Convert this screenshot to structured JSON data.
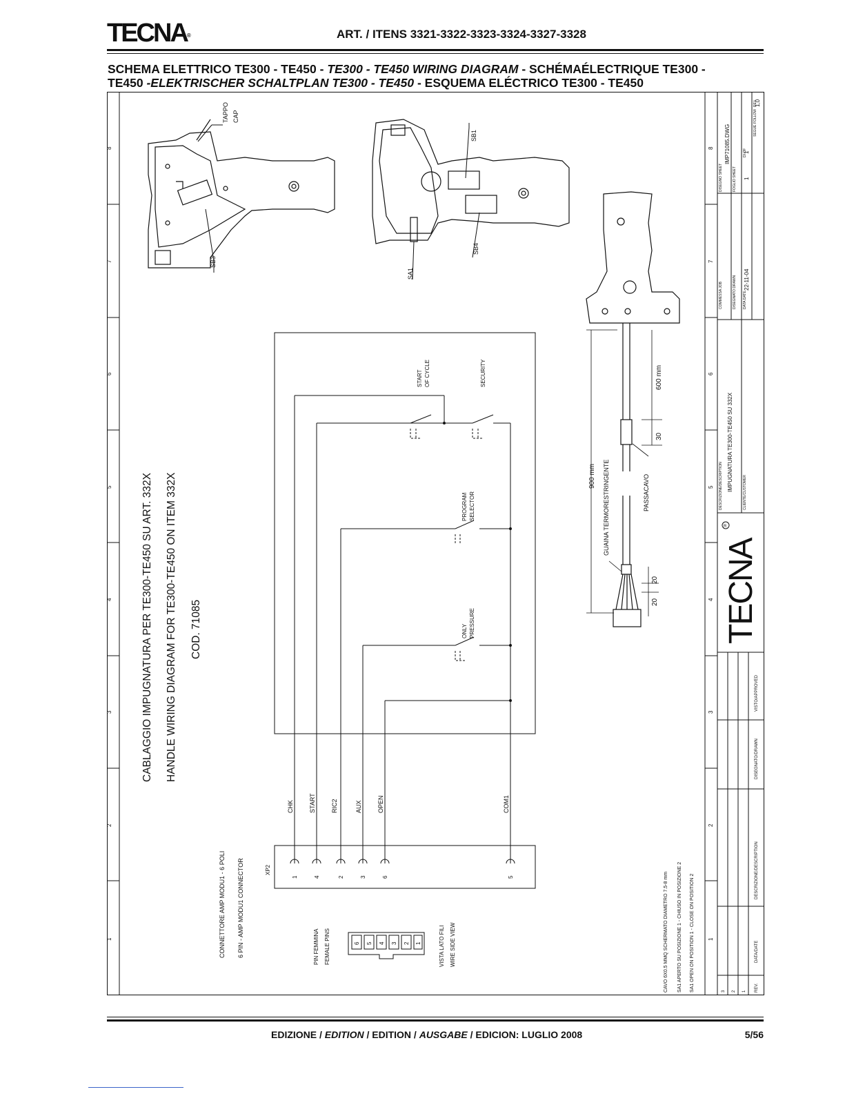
{
  "header": {
    "logo": "TECNA",
    "logo_mark": "®",
    "art_title": "ART. / ITENS 3321-3322-3323-3324-3327-3328"
  },
  "title": {
    "seg1": "SCHEMA ELETTRICO TE300 - TE450 - ",
    "seg2": "TE300 - TE450 WIRING DIAGRAM",
    "seg3": " - SCHÉMAÉLECTRIQUE TE300 -",
    "seg4": "TE450 ",
    "seg5": "-ELEKTRISCHER SCHALTPLAN TE300 - TE450",
    "seg6": " - ESQUEMA ELÉCTRICO TE300 - TE450"
  },
  "drawing": {
    "grid_numbers": [
      "8",
      "7",
      "6",
      "5",
      "4",
      "3",
      "2",
      "1"
    ],
    "handle_left": {
      "cap_it": "TAPPO",
      "cap_en": "CAP",
      "sb3": "SB3"
    },
    "handle_right": {
      "sb1": "SB1",
      "sb4": "SB4",
      "sa1": "SA1"
    },
    "cable": {
      "len_900": "900 mm",
      "len_600": "600 mm",
      "dim_30": "30",
      "dim_20a": "20",
      "dim_20b": "20",
      "sleeve": "GUAINA TERMORESTRINGENTE",
      "grommet": "PASSACAVO"
    },
    "main_title": {
      "it": "CABLAGGIO IMPUGNATURA PER TE300-TE450 SU ART. 332X",
      "en": "HANDLE WIRING DIAGRAM FOR TE300-TE450 ON ITEM 332X",
      "code": "COD. 71085"
    },
    "switches": {
      "start_1": "START",
      "start_2": "OF CYCLE",
      "security": "SECURITY",
      "program_1": "PROGRAM",
      "program_2": "SELECTOR",
      "pressure_1": "ONLY",
      "pressure_2": "PRESSURE"
    },
    "wires": [
      "CHK",
      "START",
      "RIC2",
      "AUX",
      "OPEN",
      "COM1"
    ],
    "connector": {
      "id": "XP2",
      "pins": [
        "1",
        "4",
        "2",
        "3",
        "6",
        "5"
      ],
      "label_it": "CONNETTORE AMP MODU1 - 6 POLI",
      "label_en": "6 PIN - AMP MODU1 CONNECTOR",
      "female_it": "PIN FEMMINA",
      "female_en": "FEMALE PINS",
      "female_pins": [
        "6",
        "5",
        "4",
        "3",
        "2",
        "1"
      ],
      "view_it": "VISTA LATO FILI",
      "view_en": "WIRE SIDE VIEW"
    },
    "notes": [
      "CAVO 6X0.5 MMQ SCHERMATO DIAMETRO 7.5-8 mm",
      "SA1 APERTO SU POSIZIONE 1 - CHIUSO IN POSIZIONE 2",
      "SA1 OPEN ON POSITION 1 - CLOSE ON POSITION 2"
    ],
    "title_block": {
      "sheet_lbl": "DISEGNO SHEET",
      "sheet": "IMP71085.DWG",
      "of_lbl": "DI OF",
      "follow_lbl": "SEGUE FOLLOW",
      "rev_lbl": "REV.",
      "rev": "1,0",
      "foglio_lbl": "FOGLIO SHEET",
      "foglio": "1",
      "di": "1",
      "commessa_lbl": "COMMESSA JOB",
      "disegnato_lbl": "DISEGNATO DRAWN",
      "data_lbl": "DATA DATE",
      "date": "22-11-04",
      "desc_lbl": "DESCRIZIONE/DESCRIPTION",
      "desc": "IMPUGNATURA TE300-TE450 SU 332X",
      "client_lbl": "CLIENTE/CUSTOMER",
      "logo": "TECNA",
      "rev_rows": [
        "3",
        "2",
        "1"
      ],
      "col_rev": "REV.",
      "col_date": "DATA/DATE",
      "col_desc": "DESCRIZIONE/DESCRIPTION",
      "col_drawn": "DISEGNATO/DRAWN",
      "col_approved": "VISTO/APPROVED"
    }
  },
  "footer": {
    "seg1": "EDIZIONE / ",
    "seg2": "EDITION",
    "seg3": " / EDITION / ",
    "seg4": "AUSGABE",
    "seg5": " / EDICION: LUGLIO 2008",
    "page": "5/56"
  }
}
